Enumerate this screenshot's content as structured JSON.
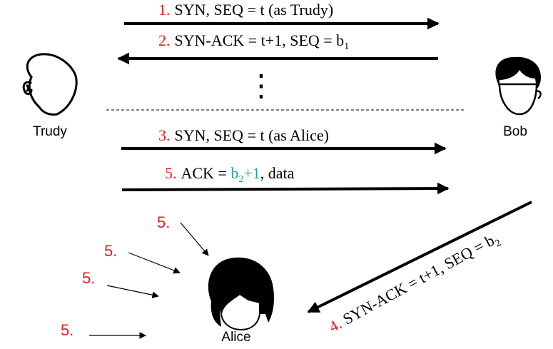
{
  "colors": {
    "step": "#e02020",
    "accent": "#2a9aa0",
    "ink": "#000000",
    "bg": "#ffffff"
  },
  "actors": {
    "left": "Trudy",
    "right": "Bob",
    "bottom": "Alice"
  },
  "icons": {
    "left": "trudy-head-icon",
    "right": "bob-head-icon",
    "bottom": "alice-head-icon"
  },
  "messages": [
    {
      "num": "1.",
      "text": "SYN, SEQ = t (as Trudy)"
    },
    {
      "num": "2.",
      "text": "SYN-ACK = t+1, SEQ = b",
      "sub": "1"
    },
    {
      "num": "3.",
      "text": "SYN, SEQ = t  (as Alice)"
    },
    {
      "num": "5.",
      "pre": "ACK = ",
      "accent_main": "b",
      "accent_sub": "2",
      "accent_post": "+1",
      "post": ", data"
    },
    {
      "num": "4.",
      "text": "SYN-ACK = t+1, SEQ = b",
      "sub": "2"
    }
  ],
  "flood_labels": [
    "5.",
    "5.",
    "5.",
    "5."
  ],
  "continuation": "⋮"
}
